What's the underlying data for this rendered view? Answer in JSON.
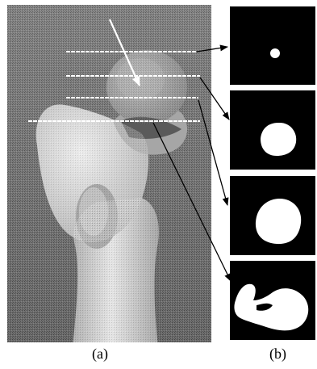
{
  "figure": {
    "panel_a": {
      "caption": "(a)",
      "slice_line_count": 4
    },
    "panel_b": {
      "caption": "(b)",
      "cross_section_count": 4
    }
  },
  "colors": {
    "background": "#ffffff",
    "panel_dark": "#000000",
    "bone_light": "#e4e4e4",
    "bone_mid": "#bdbdbd",
    "photo_bg": "#6e6e6e",
    "slice_line": "#ffffff",
    "arrow_black": "#000000",
    "arrow_white": "#ffffff"
  }
}
